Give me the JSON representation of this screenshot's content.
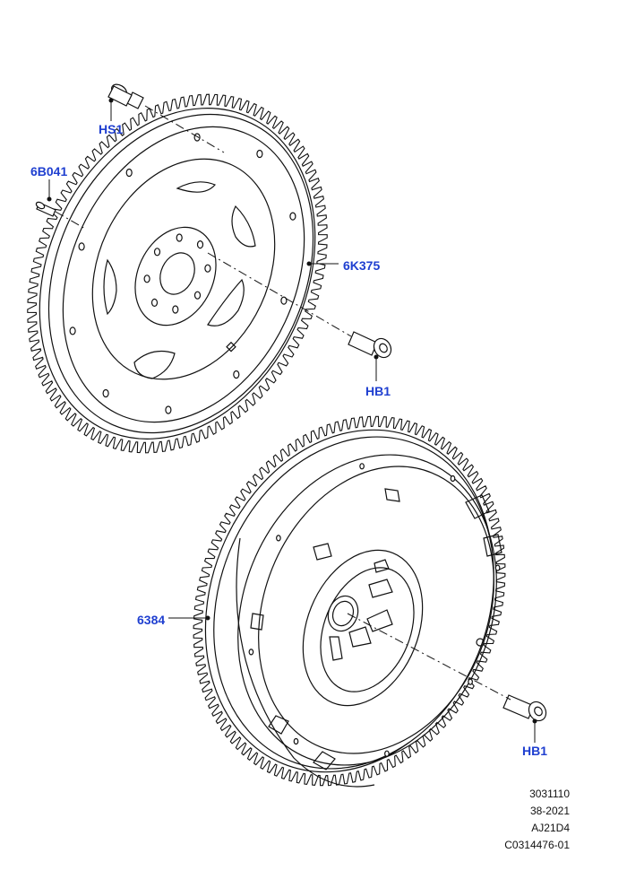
{
  "callouts": {
    "hs1": "HS1",
    "b6b041": "6B041",
    "k6k375": "6K375",
    "hb1_upper": "HB1",
    "n6384": "6384",
    "hb1_lower": "HB1"
  },
  "reference": {
    "line1": "3031110",
    "line2": "38-2021",
    "line3": "AJ21D4",
    "line4": "C0314476-01"
  },
  "colors": {
    "callout": "#1f3fd0",
    "line": "#111111"
  }
}
